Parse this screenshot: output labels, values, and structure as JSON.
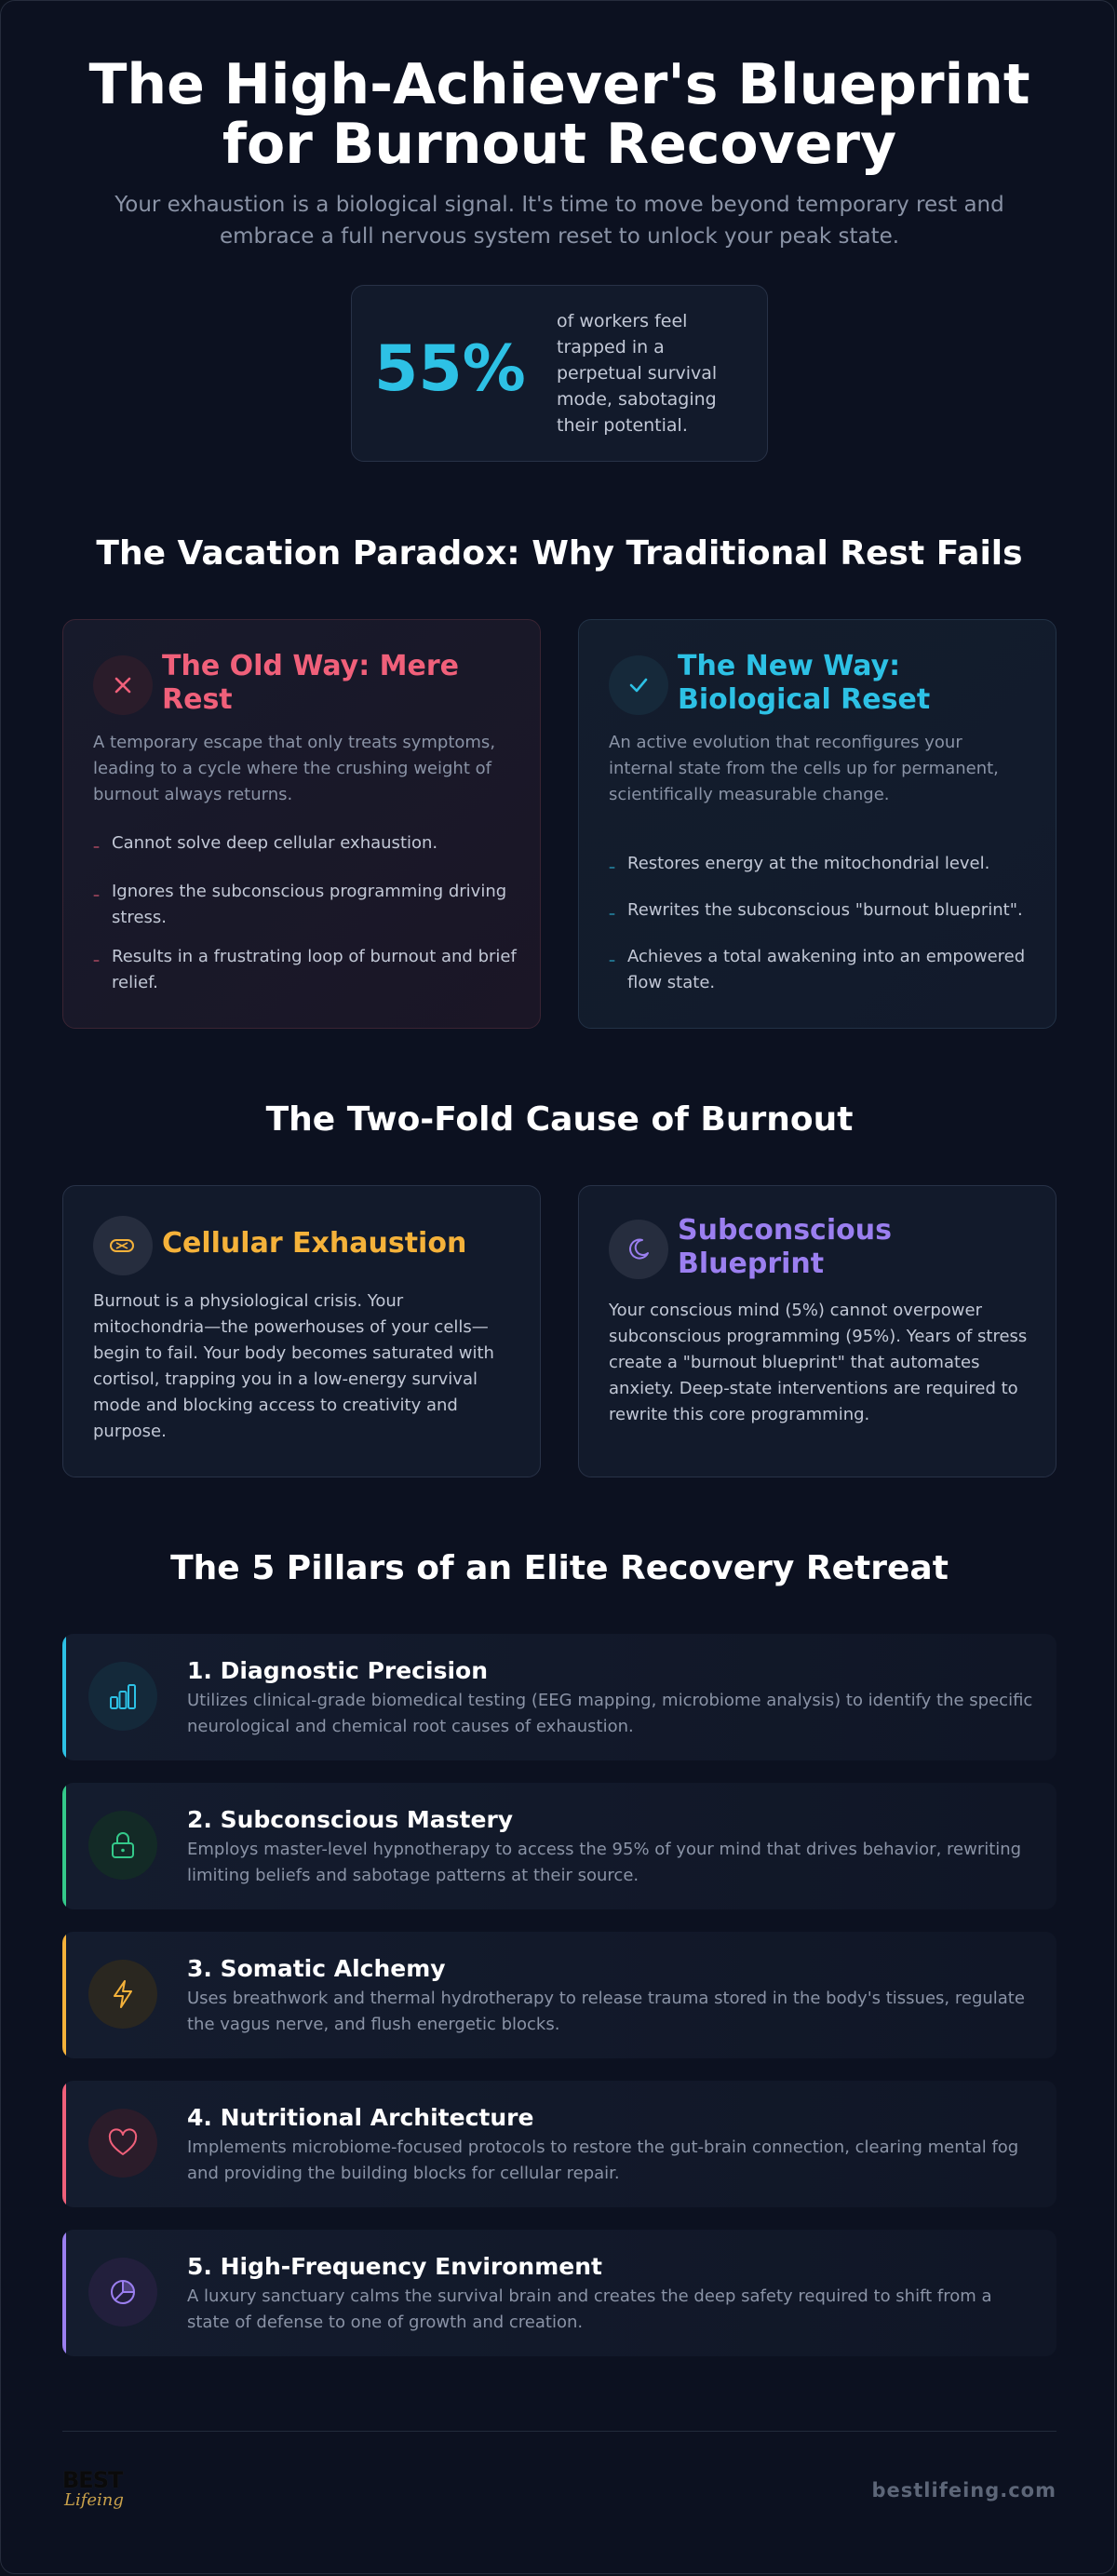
{
  "header": {
    "title": "The High-Achiever's Blueprint for Burnout Recovery",
    "subtitle": "Your exhaustion is a biological signal. It's time to move beyond temporary rest and embrace a full nervous system reset to unlock your peak state."
  },
  "stat": {
    "value": "55%",
    "text": "of workers feel trapped in a perpetual survival mode, sabotaging their potential."
  },
  "paradox": {
    "title": "The Vacation Paradox: Why Traditional Rest Fails",
    "old": {
      "icon": "x-icon",
      "title": "The Old Way: Mere Rest",
      "desc": "A temporary escape that only treats symptoms, leading to a cycle where the crushing weight of burnout always returns.",
      "bullets": [
        "Cannot solve deep cellular exhaustion.",
        "Ignores the subconscious programming driving stress.",
        "Results in a frustrating loop of burnout and brief relief."
      ],
      "color": "#f0607a"
    },
    "new": {
      "icon": "check-icon",
      "title": "The New Way: Biological Reset",
      "desc": "An active evolution that reconfigures your internal state from the cells up for permanent, scientifically measurable change.",
      "bullets": [
        "Restores energy at the mitochondrial level.",
        "Rewrites the subconscious \"burnout blueprint\".",
        "Achieves a total awakening into an empowered flow state."
      ],
      "color": "#2dc1e5"
    }
  },
  "causes": {
    "title": "The Two-Fold Cause of Burnout",
    "cellular": {
      "icon": "battery-icon",
      "title": "Cellular Exhaustion",
      "body": "Burnout is a physiological crisis. Your mitochondria—the powerhouses of your cells—begin to fail. Your body becomes saturated with cortisol, trapping you in a low-energy survival mode and blocking access to creativity and purpose.",
      "color": "#f5b23a"
    },
    "subconscious": {
      "icon": "moon-icon",
      "title": "Subconscious Blueprint",
      "body": "Your conscious mind (5%) cannot overpower subconscious programming (95%). Years of stress create a \"burnout blueprint\" that automates anxiety. Deep-state interventions are required to rewrite this core programming.",
      "color": "#9b7ff0"
    }
  },
  "pillars": {
    "title": "The 5 Pillars of an Elite Recovery Retreat",
    "items": [
      {
        "icon": "bar-chart-icon",
        "title": "1. Diagnostic Precision",
        "desc": "Utilizes clinical-grade biomedical testing (EEG mapping, microbiome analysis) to identify the specific neurological and chemical root causes of exhaustion.",
        "color": "#2dc1e5"
      },
      {
        "icon": "lock-icon",
        "title": "2. Subconscious Mastery",
        "desc": "Employs master-level hypnotherapy to access the 95% of your mind that drives behavior, rewriting limiting beliefs and sabotage patterns at their source.",
        "color": "#34c98a"
      },
      {
        "icon": "lightning-icon",
        "title": "3. Somatic Alchemy",
        "desc": "Uses breathwork and thermal hydrotherapy to release trauma stored in the body's tissues, regulate the vagus nerve, and flush energetic blocks.",
        "color": "#f5b23a"
      },
      {
        "icon": "heart-icon",
        "title": "4. Nutritional Architecture",
        "desc": "Implements microbiome-focused protocols to restore the gut-brain connection, clearing mental fog and providing the building blocks for cellular repair.",
        "color": "#f0607a"
      },
      {
        "icon": "pie-chart-icon",
        "title": "5. High-Frequency Environment",
        "desc": "A luxury sanctuary calms the survival brain and creates the deep safety required to shift from a state of defense to one of growth and creation.",
        "color": "#9b7ff0"
      }
    ]
  },
  "footer": {
    "logo_top": "BEST",
    "logo_script": "Lifeing",
    "site": "bestlifeing.com"
  }
}
